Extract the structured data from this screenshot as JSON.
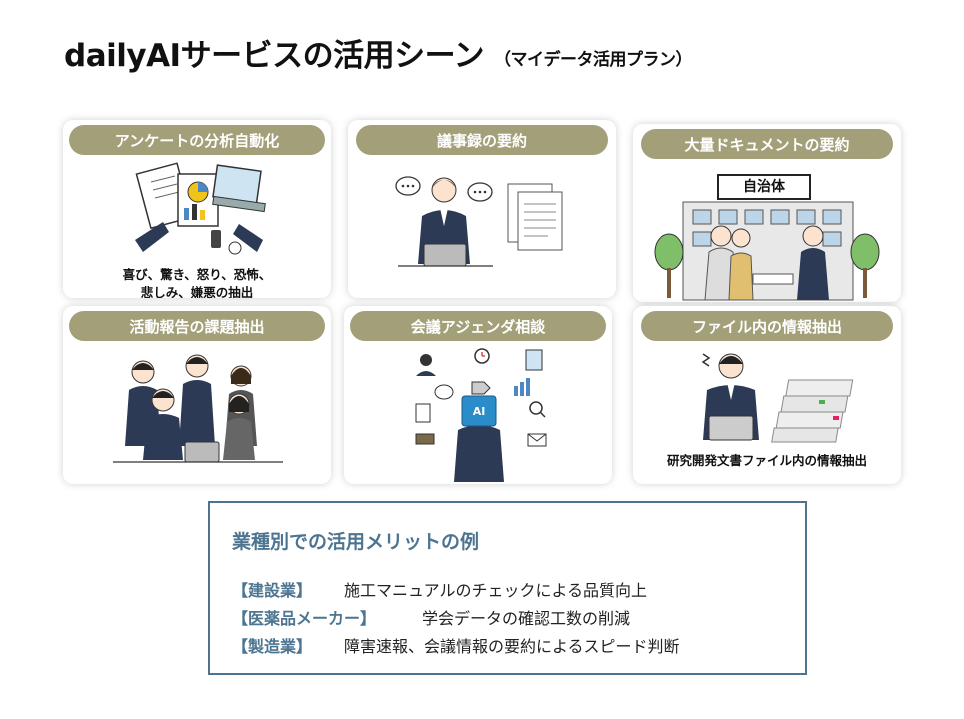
{
  "title": "dailyAIサービスの活用シーン",
  "subtitle": "（マイデータ活用プラン）",
  "cards": [
    {
      "label": "アンケートの分析自動化",
      "caption_lines": [
        "喜び、驚き、怒り、恐怖、",
        "悲しみ、嫌悪の抽出"
      ]
    },
    {
      "label": "議事録の要約"
    },
    {
      "label": "大量ドキュメントの要約",
      "tag": "自治体"
    },
    {
      "label": "活動報告の課題抽出"
    },
    {
      "label": "会議アジェンダ相談",
      "ai_label": "AI"
    },
    {
      "label": "ファイル内の情報抽出",
      "caption": "研究開発文書ファイル内の情報抽出"
    }
  ],
  "benefits": {
    "title": "業種別での活用メリットの例",
    "rows": [
      {
        "industry": "【建設業】",
        "text": "施工マニュアルのチェックによる品質向上"
      },
      {
        "industry": "【医薬品メーカー】",
        "text": "学会データの確認工数の削減"
      },
      {
        "industry": "【製造業】",
        "text": "障害速報、会議情報の要約によるスピード判断"
      }
    ]
  },
  "colors": {
    "pill": "#a3a079",
    "accent": "#4d7591",
    "suit": "#2c3a55"
  }
}
